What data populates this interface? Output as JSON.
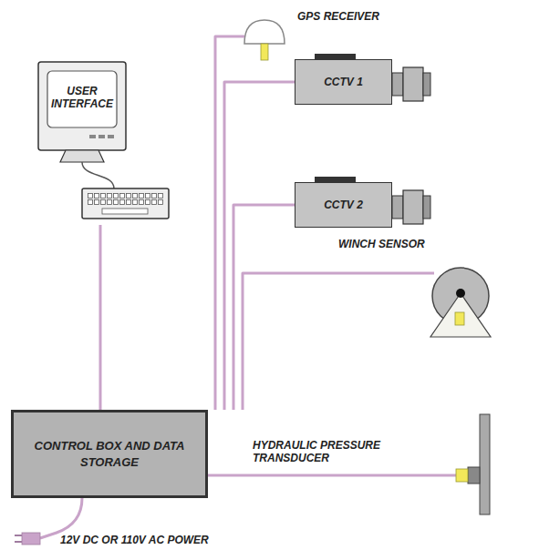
{
  "diagram": {
    "nodes": [
      {
        "text": [
          "USER INTERFACE"
        ]
      },
      {
        "text": [
          "GPS RECEIVER"
        ]
      },
      {
        "text": [
          "CCTV 1"
        ]
      },
      {
        "text": [
          "CCTV 2"
        ]
      },
      {
        "text": [
          "WINCH SENSOR"
        ]
      },
      {
        "text": [
          "CONTROL BOX AND DATA STORAGE"
        ]
      },
      {
        "text": [
          "HYDRAULIC PRESSURE TRANSDUCER"
        ]
      }
    ],
    "edges": [
      {
        "from": 5,
        "to": 0,
        "arrow": "none"
      },
      {
        "from": 5,
        "to": 1,
        "arrow": "none"
      },
      {
        "from": 5,
        "to": 2,
        "arrow": "none"
      },
      {
        "from": 5,
        "to": 3,
        "arrow": "none"
      },
      {
        "from": 5,
        "to": 4,
        "arrow": "none"
      },
      {
        "from": 5,
        "to": 6,
        "arrow": "none"
      }
    ],
    "labels": [
      "12V DC OR 110V AC POWER"
    ]
  }
}
